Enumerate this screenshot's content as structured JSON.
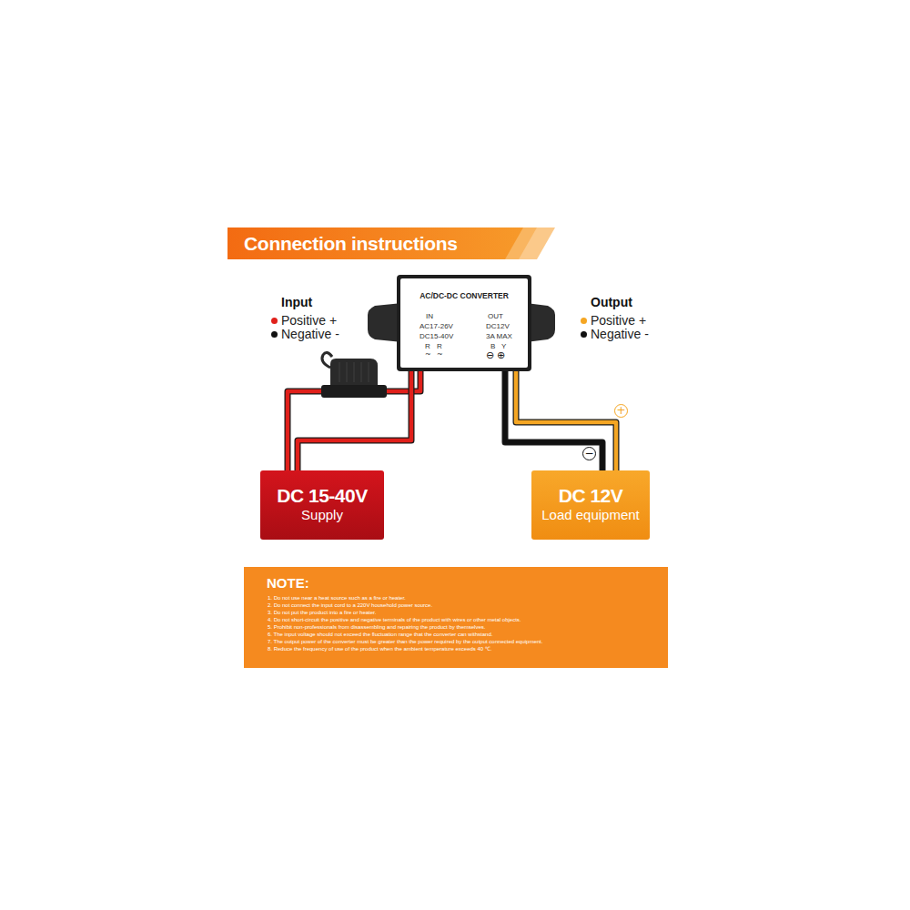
{
  "diagram": {
    "title": "Connection instructions",
    "nodes": [
      {
        "text": [
          "AC/DC-DC CONVERTER",
          "IN",
          "AC17-26V",
          "DC15-40V",
          "R",
          "R",
          "~",
          "~",
          "OUT",
          "DC12V",
          "3A MAX",
          "B",
          "Y",
          "⊖",
          "⊕"
        ]
      },
      {
        "text": [
          "DC 15-40V",
          "Supply"
        ]
      },
      {
        "text": [
          "DC 12V",
          "Load equipment"
        ]
      },
      {
        "text": [
          "NOTE:",
          "1. Do not use near a heat source such as a fire or heater.",
          "2. Do not connect the input cord to a 220V household power source.",
          "3. Do not put the product into a fire or heater.",
          "4. Do not short-circuit the positive and negative terminals of the product with wires or other metal objects.",
          "5. Prohibit non-professionals from disassembling and repairing the product by themselves.",
          "6. The input voltage should not exceed the fluctuation range that the converter can withstand.",
          "7. The output power of the converter must be greater than the power required by the output connected equipment.",
          "8. Reduce the frequency of use of the product when the ambient temperature exceeds 40 ℃."
        ]
      }
    ],
    "edges": [
      {
        "from": 1,
        "to": 0,
        "arrow": "none"
      },
      {
        "from": 0,
        "to": 2,
        "arrow": "none"
      }
    ],
    "labels": [
      "Input",
      "Output",
      "+",
      "−"
    ],
    "legend": [
      {
        "text": "Positive +",
        "color": "#e0201b"
      },
      {
        "text": "Negative -",
        "color": "#111111"
      },
      {
        "text": "Positive +",
        "color": "#f5a623"
      },
      {
        "text": "Negative -",
        "color": "#111111"
      }
    ]
  }
}
